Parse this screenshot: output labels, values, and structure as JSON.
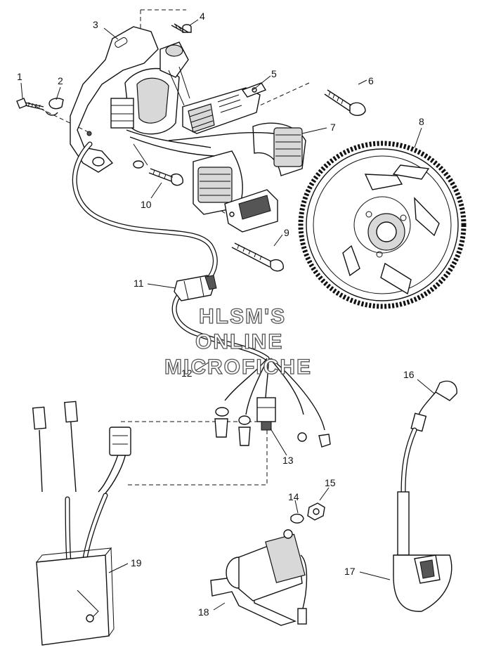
{
  "callouts": [
    {
      "id": "1",
      "label": "1"
    },
    {
      "id": "2",
      "label": "2"
    },
    {
      "id": "3",
      "label": "3"
    },
    {
      "id": "4",
      "label": "4"
    },
    {
      "id": "5",
      "label": "5"
    },
    {
      "id": "6",
      "label": "6"
    },
    {
      "id": "7",
      "label": "7"
    },
    {
      "id": "8",
      "label": "8"
    },
    {
      "id": "9",
      "label": "9"
    },
    {
      "id": "10",
      "label": "10"
    },
    {
      "id": "11",
      "label": "11"
    },
    {
      "id": "12",
      "label": "12"
    },
    {
      "id": "13",
      "label": "13"
    },
    {
      "id": "14",
      "label": "14"
    },
    {
      "id": "15",
      "label": "15"
    },
    {
      "id": "16",
      "label": "16"
    },
    {
      "id": "17",
      "label": "17"
    },
    {
      "id": "18",
      "label": "18"
    },
    {
      "id": "19",
      "label": "19"
    }
  ],
  "watermark": {
    "line1": "HLSM'S",
    "line2": "ONLINE",
    "line3": "MICROFICHE"
  }
}
